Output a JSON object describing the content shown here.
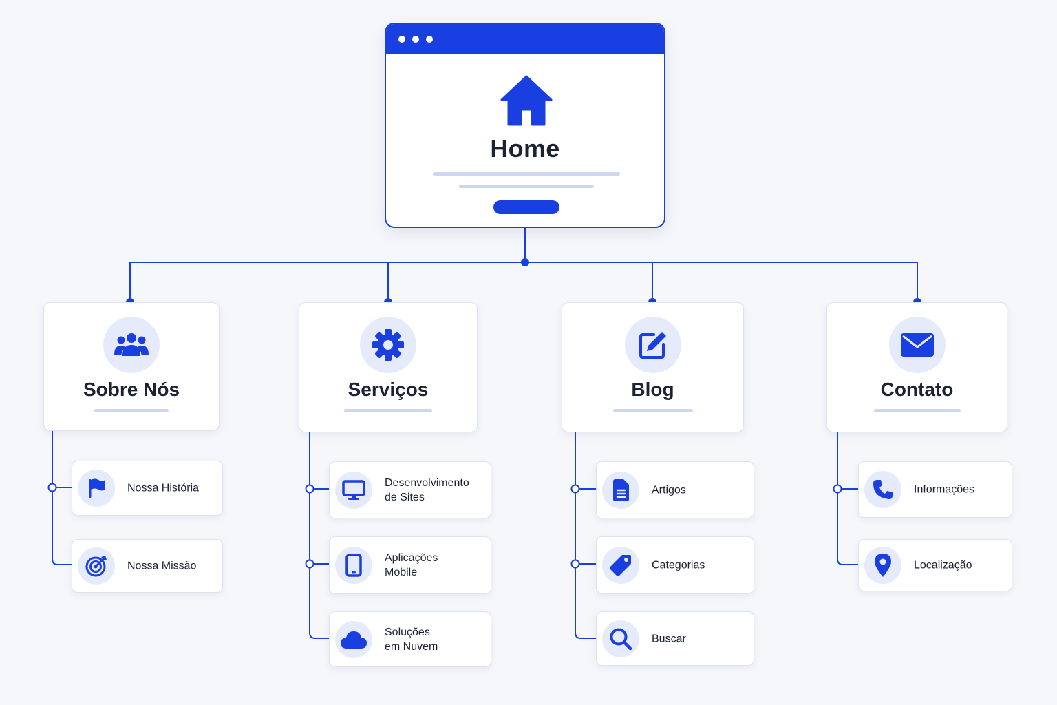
{
  "accent_color": "#1a3fe0",
  "home": {
    "title": "Home",
    "icon": "home-icon"
  },
  "categories": [
    {
      "label": "Sobre Nós",
      "icon": "users-icon",
      "children": [
        {
          "label": "Nossa História",
          "icon": "flag-icon"
        },
        {
          "label": "Nossa Missão",
          "icon": "target-icon"
        }
      ]
    },
    {
      "label": "Serviços",
      "icon": "gear-icon",
      "children": [
        {
          "label": "Desenvolvimento\nde Sites",
          "icon": "monitor-icon"
        },
        {
          "label": "Aplicações\nMobile",
          "icon": "mobile-icon"
        },
        {
          "label": "Soluções\nem Nuvem",
          "icon": "cloud-icon"
        }
      ]
    },
    {
      "label": "Blog",
      "icon": "edit-icon",
      "children": [
        {
          "label": "Artigos",
          "icon": "document-icon"
        },
        {
          "label": "Categorias",
          "icon": "tag-icon"
        },
        {
          "label": "Buscar",
          "icon": "search-icon"
        }
      ]
    },
    {
      "label": "Contato",
      "icon": "envelope-icon",
      "children": [
        {
          "label": "Informações",
          "icon": "phone-icon"
        },
        {
          "label": "Localização",
          "icon": "location-pin-icon"
        }
      ]
    }
  ]
}
